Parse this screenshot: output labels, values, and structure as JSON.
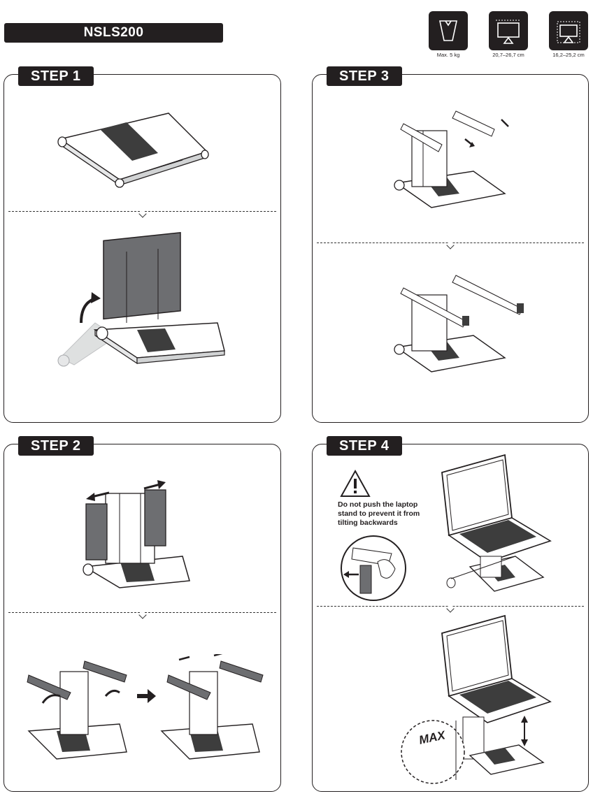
{
  "header": {
    "model": "NSLS200"
  },
  "specs": [
    {
      "icon": "weight-icon",
      "caption": "Max. 5 kg"
    },
    {
      "icon": "screen-size-icon",
      "caption": "20,7–26,7 cm"
    },
    {
      "icon": "screen-depth-icon",
      "caption": "16,2–25,2 cm"
    }
  ],
  "steps": [
    {
      "label": "STEP 1"
    },
    {
      "label": "STEP 2"
    },
    {
      "label": "STEP 3"
    },
    {
      "label": "STEP 4"
    }
  ],
  "warning": {
    "text": "Do not push the laptop stand to prevent it from tilting backwards"
  },
  "max_marking": "MAX",
  "colors": {
    "dark": "#231f20",
    "grey": "#6d6e71",
    "light": "#bcbec0"
  }
}
